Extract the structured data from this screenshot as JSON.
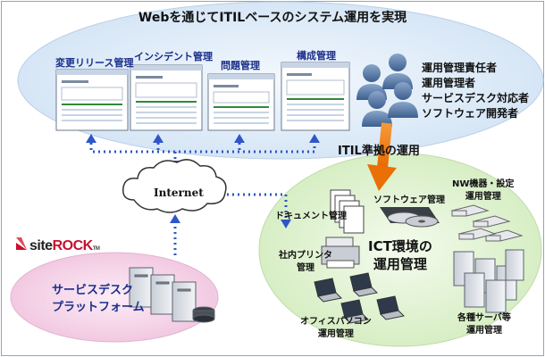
{
  "title": "Webを通じてITILベースのシステム運用を実現",
  "tools": [
    {
      "label": "変更リリース管理"
    },
    {
      "label": "インシデント管理"
    },
    {
      "label": "問題管理"
    },
    {
      "label": "構成管理"
    }
  ],
  "roles": [
    "運用管理責任者",
    "運用管理者",
    "サービスデスク対応者",
    "ソフトウェア開発者"
  ],
  "itil_label": "ITIL準拠の運用",
  "internet_label": "Internet",
  "logo": {
    "site": "site",
    "rock": "ROCK",
    "tm": "TM"
  },
  "platform_label": [
    "サービスデスク",
    "プラットフォーム"
  ],
  "ict_label": [
    "ICT環境の",
    "運用管理"
  ],
  "devices": {
    "documents": "ドキュメント管理",
    "software": "ソフトウェア管理",
    "nw": [
      "NW機器・設定",
      "運用管理"
    ],
    "printer": [
      "社内プリンタ",
      "管理"
    ],
    "pc": [
      "オフィスパソコン",
      "運用管理"
    ],
    "servers": [
      "各種サーバ等",
      "運用管理"
    ]
  },
  "colors": {
    "top_ellipse": "#e3eef9",
    "ict_ellipse": "#e3f3d6",
    "platform_ellipse": "#f7d8ec",
    "arrow": "#f07a10",
    "accent_text": "#1a2f8a",
    "logo_red": "#c8102e"
  }
}
